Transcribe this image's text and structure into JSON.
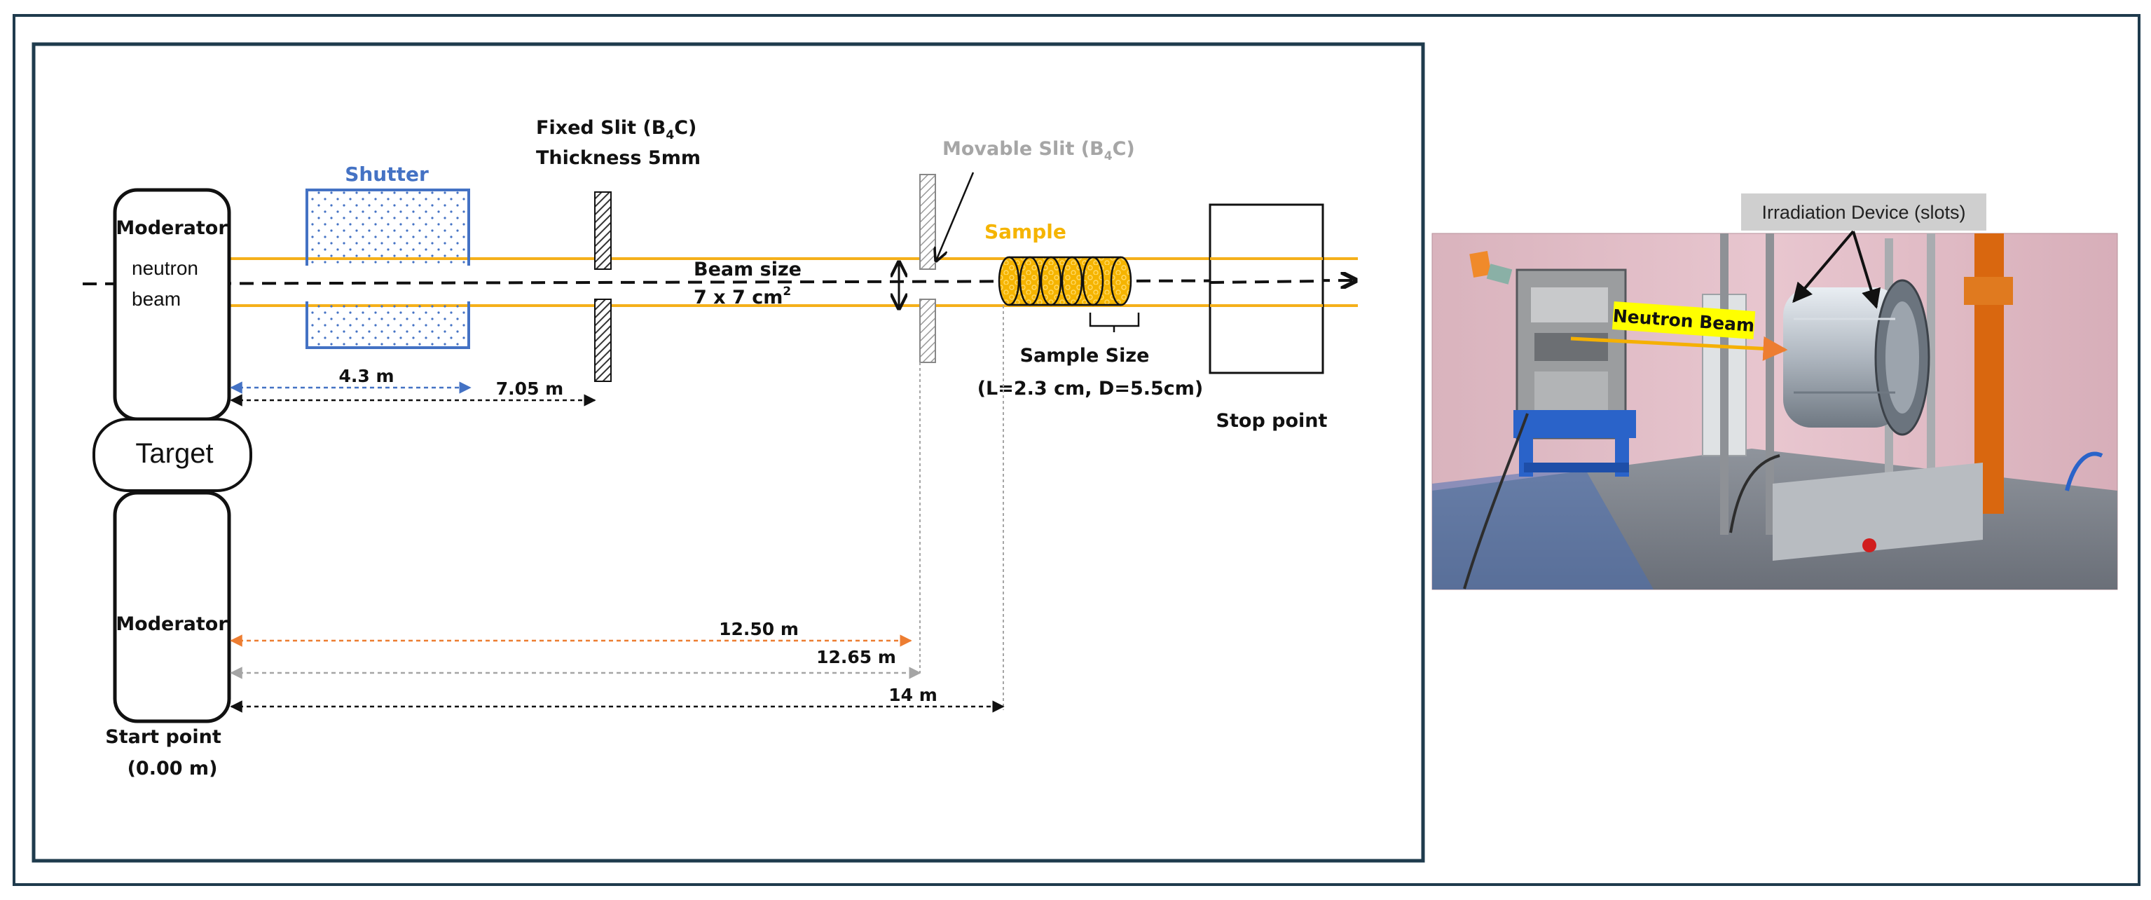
{
  "diagram": {
    "moderator_top": "Moderator",
    "neutron_line1": "neutron",
    "neutron_line2": "beam",
    "target": "Target",
    "moderator_bottom": "Moderator",
    "start_point_line1": "Start point",
    "start_point_line2": "(0.00 m)",
    "shutter": "Shutter",
    "fixed_slit_line1": "Fixed Slit (B",
    "fixed_slit_sub": "4",
    "fixed_slit_end": "C)",
    "fixed_slit_line2": "Thickness 5mm",
    "movable_slit": "Movable Slit (B",
    "movable_slit_sub": "4",
    "movable_slit_end": "C)",
    "beam_size_line1": "Beam size",
    "beam_size_line2": "7 x 7 cm",
    "beam_size_sup": "2",
    "sample": "Sample",
    "sample_size_line1": "Sample Size",
    "sample_size_line2": "(L=2.3 cm, D=5.5cm)",
    "stop_point": "Stop point",
    "dim_shutter": "4.3 m",
    "dim_fixed_slit": "7.05 m",
    "dim_12_50": "12.50 m",
    "dim_12_65": "12.65 m",
    "dim_14": "14 m"
  },
  "photo": {
    "callout": "Irradiation Device (slots)",
    "beam_label": "Neutron Beam"
  },
  "colors": {
    "beam": "#f5b01a",
    "shutter": "#4472c4",
    "sample": "#f5b400",
    "orange_dim": "#ed7d31",
    "gray_dim": "#a5a5a5",
    "frame": "#1f3b4d",
    "movable_text": "#a6a6a6",
    "beam_label_bg": "#ffff00"
  }
}
